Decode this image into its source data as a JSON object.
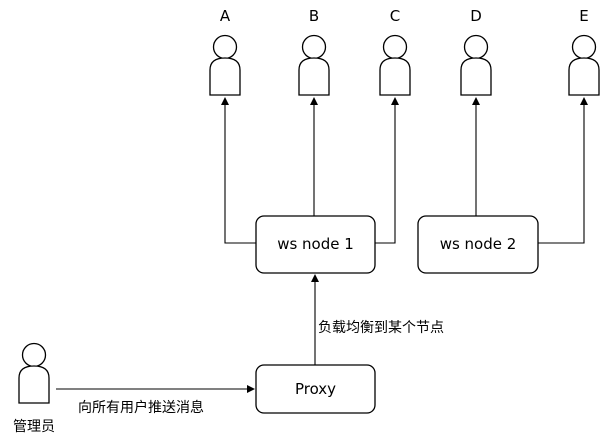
{
  "nodes": {
    "ws_node_1": "ws node 1",
    "ws_node_2": "ws node 2",
    "proxy": "Proxy"
  },
  "users": {
    "a": "A",
    "b": "B",
    "c": "C",
    "d": "D",
    "e": "E"
  },
  "admin": {
    "label": "管理员"
  },
  "edges": {
    "admin_to_proxy": "向所有用户推送消息",
    "proxy_to_ws_node_1": "负载均衡到某个节点"
  }
}
